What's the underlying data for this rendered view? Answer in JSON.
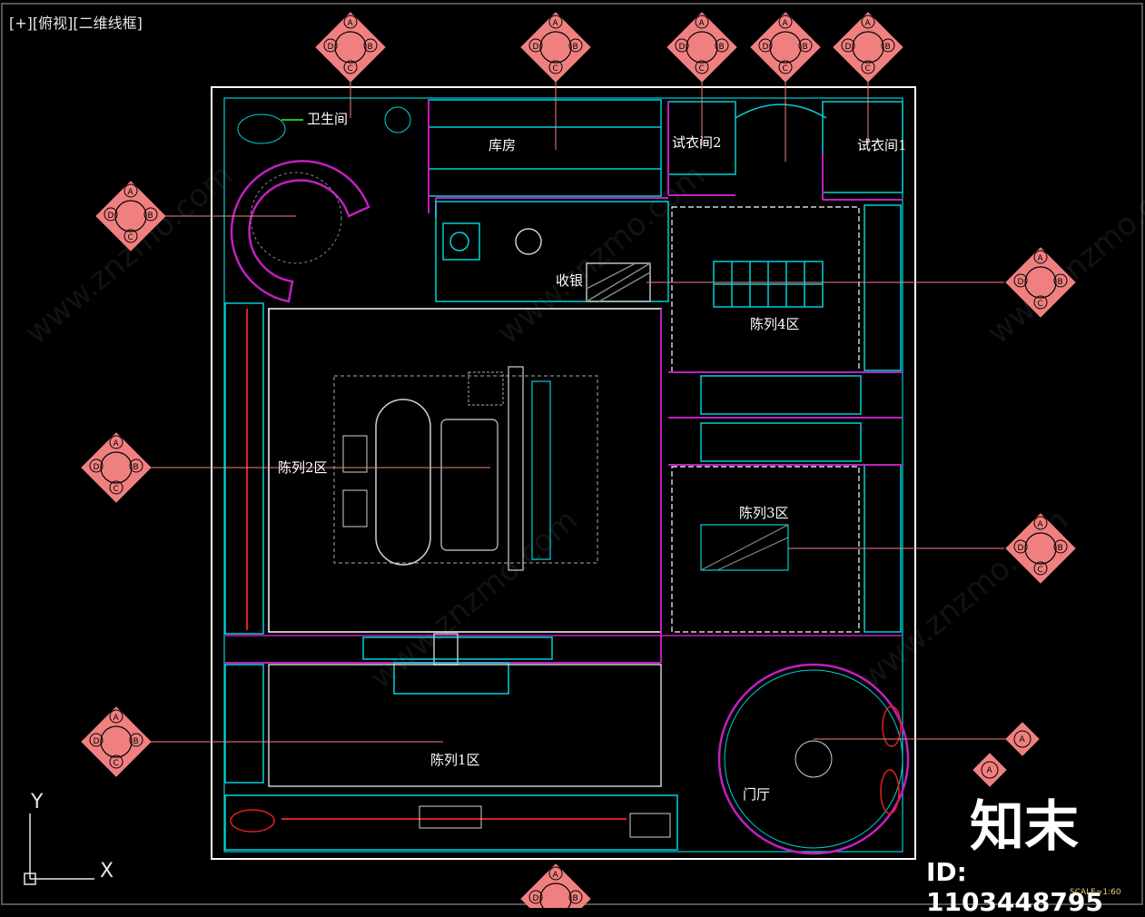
{
  "viewport": {
    "label": "[+][俯视][二维线框]"
  },
  "rooms": {
    "bathroom": "卫生间",
    "storage": "库房",
    "fitting2": "试衣间2",
    "fitting1": "试衣间1",
    "cashier": "收银",
    "display4": "陈列4区",
    "display2": "陈列2区",
    "display3": "陈列3区",
    "display1": "陈列1区",
    "foyer": "门厅"
  },
  "axes": {
    "y": "Y",
    "x": "X"
  },
  "symbol_letters": {
    "a": "A",
    "b": "B",
    "c": "C",
    "d": "D"
  },
  "badge": {
    "brand": "知末",
    "id": "ID: 1103448795"
  },
  "scale": "SCALE=1:60",
  "watermark": "www.znzmo.com",
  "colors": {
    "background": "#000000",
    "wall": "#ffffff",
    "cyan": "#00d0d8",
    "magenta": "#c020c0",
    "pink": "#f08080",
    "red": "#e02020"
  }
}
